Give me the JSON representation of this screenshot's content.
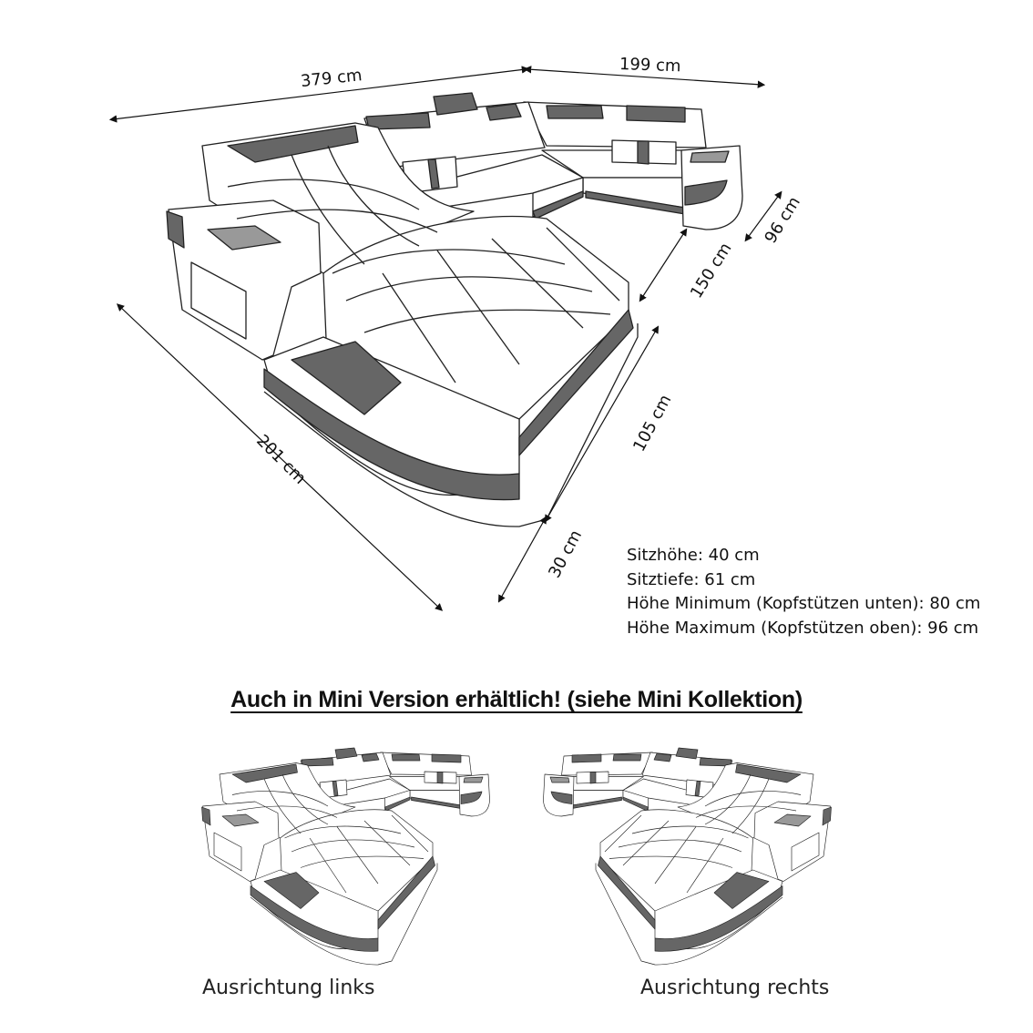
{
  "diagram": {
    "subject": "U-shaped sectional sofa, line drawing with dimensions",
    "colors": {
      "line": "#222222",
      "accent_dark": "#666666",
      "accent_light": "#999999",
      "background": "#ffffff"
    },
    "dimensions": {
      "back_left_width": "379 cm",
      "back_right_width": "199 cm",
      "right_depth": "96 cm",
      "inner_gap": "150 cm",
      "chaise_side": "105 cm",
      "chaise_end": "30 cm",
      "left_depth": "201 cm"
    }
  },
  "specs": [
    "Sitzhöhe: 40 cm",
    "Sitztiefe: 61 cm",
    "Höhe Minimum (Kopfstützen unten): 80 cm",
    "Höhe Maximum (Kopfstützen oben): 96 cm"
  ],
  "promo": {
    "text": "Auch in Mini Version erhältlich! (siehe Mini Kollektion)"
  },
  "variants": [
    {
      "label": "Ausrichtung links"
    },
    {
      "label": "Ausrichtung rechts"
    }
  ]
}
